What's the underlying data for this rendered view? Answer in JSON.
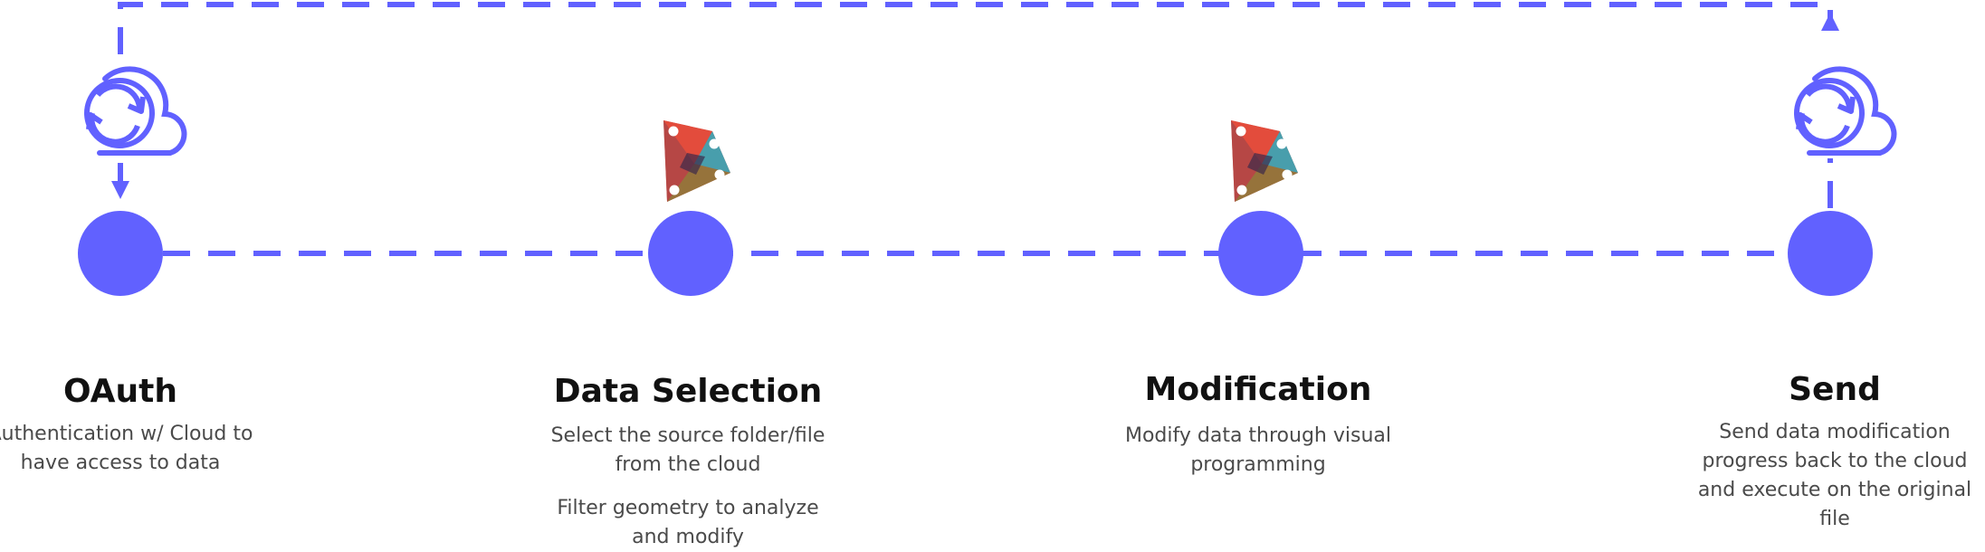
{
  "accent_color": "#6161ff",
  "steps": [
    {
      "title": "OAuth",
      "description": "Authentication w/ Cloud to have access to data",
      "icon": "cloud-sync-icon"
    },
    {
      "title": "Data Selection",
      "description": "Select the source folder/file from the cloud",
      "description2": "Filter geometry to analyze and modify",
      "icon": "dynamo-logo-icon"
    },
    {
      "title": "Modification",
      "description": "Modify data through visual programming",
      "icon": "dynamo-logo-icon"
    },
    {
      "title": "Send",
      "description": "Send data modification progress back to the cloud and execute on the original file",
      "icon": "cloud-sync-icon"
    }
  ]
}
